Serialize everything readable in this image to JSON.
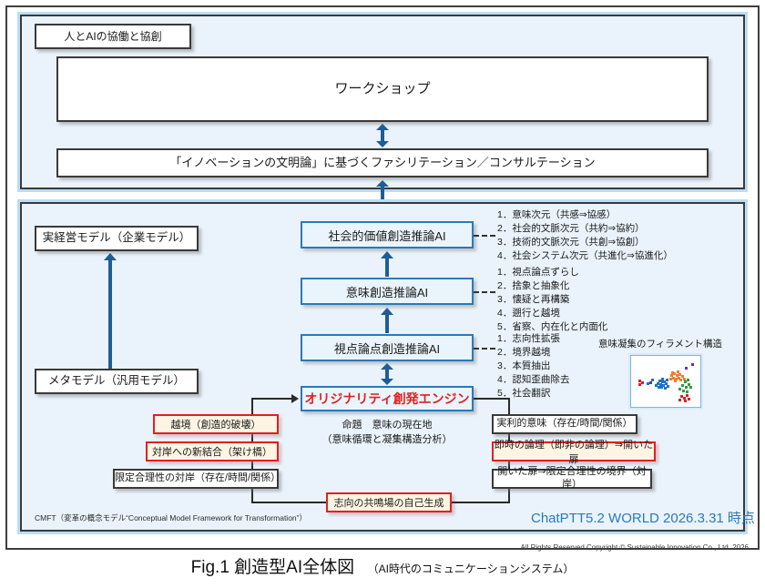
{
  "top_panel": {
    "tag_label": "人とAIの協働と協創",
    "workshop_label": "ワークショップ",
    "facilitation_label": "「イノベーションの文明論」に基づくファシリテーション／コンサルテーション"
  },
  "left_column": {
    "business_model": "実経営モデル（企業モデル）",
    "meta_model": "メタモデル（汎用モデル）"
  },
  "ai_stack": [
    {
      "label": "社会的価値創造推論AI",
      "items": [
        "1．意味次元（共感⇒協感）",
        "2．社会的文脈次元（共約⇒協約）",
        "3．技術的文脈次元（共創⇒協創）",
        "4．社会システム次元（共進化⇒協進化）"
      ]
    },
    {
      "label": "意味創造推論AI",
      "items": [
        "1．視点論点ずらし",
        "2．捨象と抽象化",
        "3．懐疑と再構築",
        "4．遡行と越境",
        "5．省察、内在化と内面化"
      ]
    },
    {
      "label": "視点論点創造推論AI",
      "items": [
        "1．志向性拡張",
        "2．境界越境",
        "3．本質抽出",
        "4．認知歪曲除去",
        "5．社会翻訳"
      ]
    }
  ],
  "engine": {
    "label": "オリジナリティ創発エンジン",
    "caption_line1": "命題　意味の現在地",
    "caption_line2": "（意味循環と凝集構造分析）"
  },
  "left_flow": [
    {
      "label": "越境（創造的破壊）",
      "style": "red"
    },
    {
      "label": "対岸への新結合（架け橋）",
      "style": "red"
    },
    {
      "label": "限定合理性の対岸（存在/時間/関係）",
      "style": "white"
    }
  ],
  "right_flow": [
    {
      "label": "実利的意味（存在/時間/関係）",
      "style": "white"
    },
    {
      "label": "即時の論理（即非の論理）⇒開いた扉",
      "style": "red"
    },
    {
      "label": "開いた扉⇒限定合理性の境界（対岸）",
      "style": "white"
    }
  ],
  "bottom_loop": {
    "label": "志向の共鳴場の自己生成",
    "style": "red"
  },
  "filament": {
    "title": "意味凝集のフィラメント構造",
    "colors": {
      "blue": "#1f6fc4",
      "orange": "#ed7d31",
      "green": "#2e9b3e",
      "red": "#e02020",
      "purple": "#7030a0"
    }
  },
  "footer": {
    "cmft": "CMFT（変革の概念モデル“Conceptual Model Framework for Transformation”）",
    "stamp": "ChatPTT5.2 WORLD 2026.3.31 時点"
  },
  "caption": {
    "figure": "Fig.1 創造型AI全体図",
    "subtitle": "（AI時代のコミュニケーションシステム）",
    "rights": "All Rights Reserved Copyright ©  Sustainable Innovation Co., Ltd.  2026"
  },
  "theme": {
    "panel_fill": "#eaf3fb",
    "panel_glow": "#bcdcf5",
    "ai_border": "#2a7ab9",
    "ai_fill": "#eaf4fc",
    "arrow_blue": "#1f5d96",
    "accent_red": "#e02020",
    "highlight_fill": "#fdf4e3",
    "stamp_blue": "#2a7ab9"
  }
}
